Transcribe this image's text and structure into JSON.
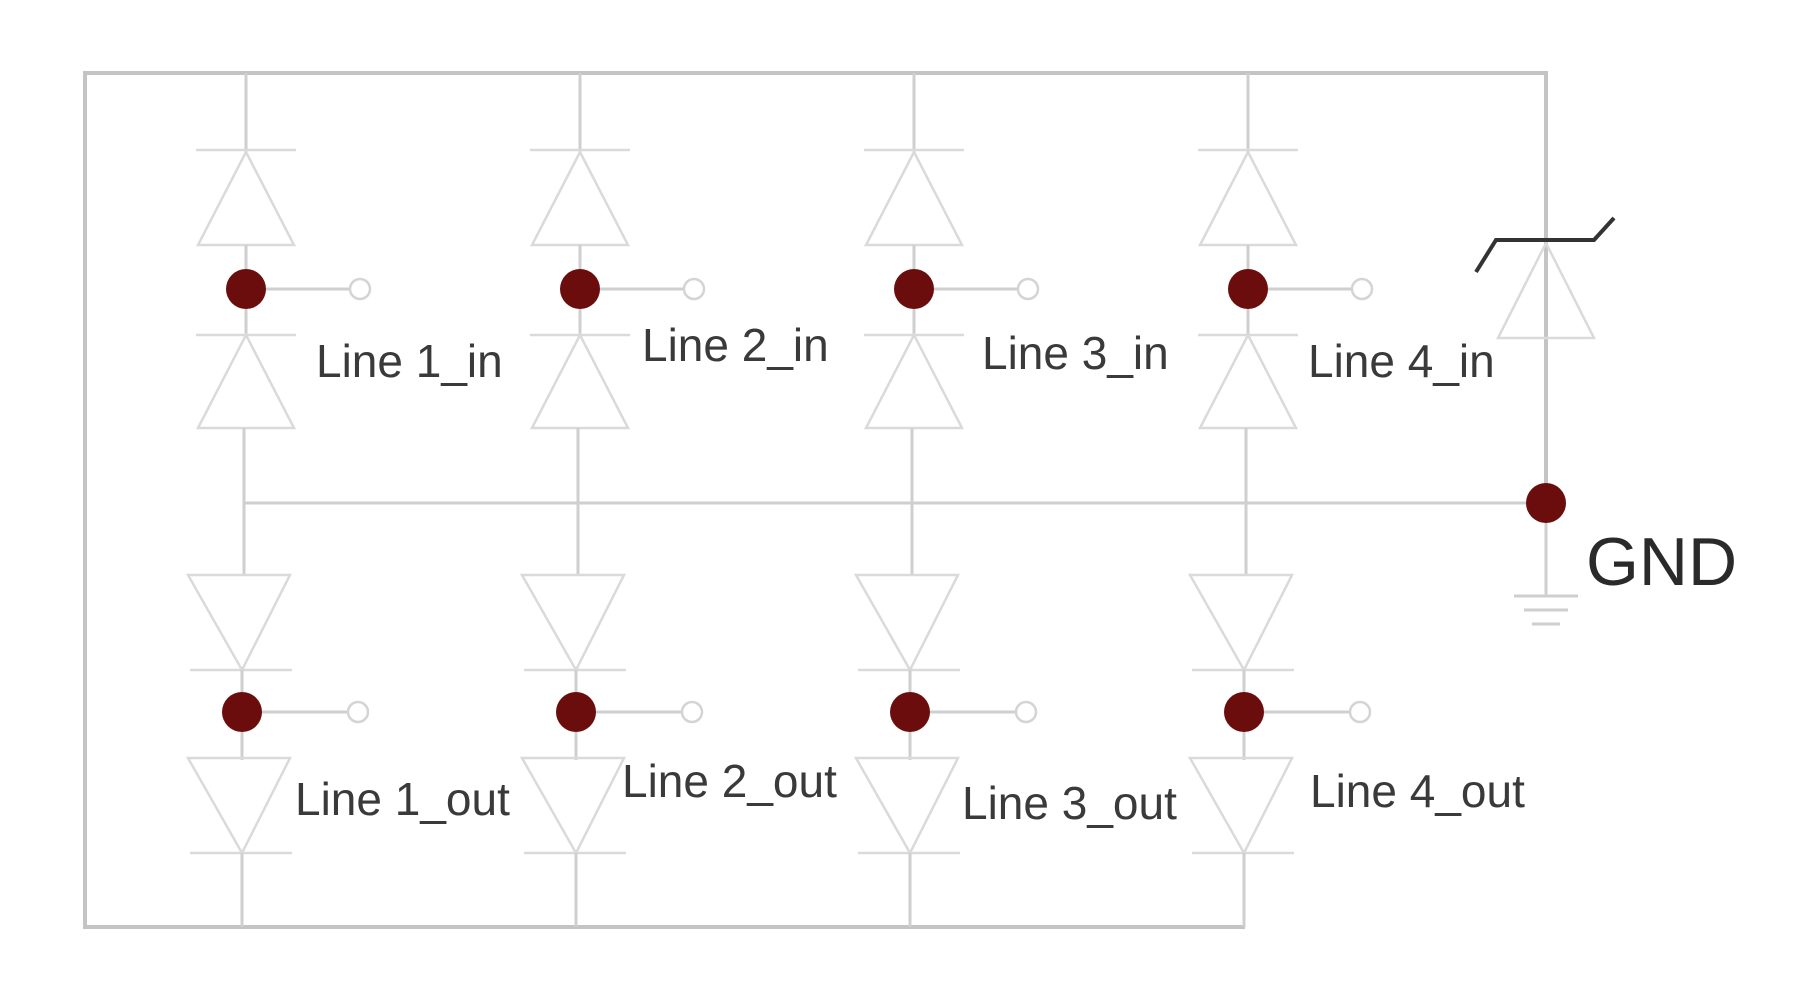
{
  "labels": {
    "in": [
      "Line 1_in",
      "Line 2_in",
      "Line 3_in",
      "Line 4_in"
    ],
    "out": [
      "Line 1_out",
      "Line 2_out",
      "Line 3_out",
      "Line 4_out"
    ],
    "gnd": "GND"
  },
  "colors": {
    "node": "#6b0d0d",
    "wire": "#cfcfcf",
    "frame": "#c4c4c4",
    "diode": "#dadada",
    "text": "#3a3a3a"
  },
  "components": {
    "channels": 4,
    "diode_pairs_per_channel": 2,
    "zener_diode": true,
    "ground_symbol": true
  }
}
